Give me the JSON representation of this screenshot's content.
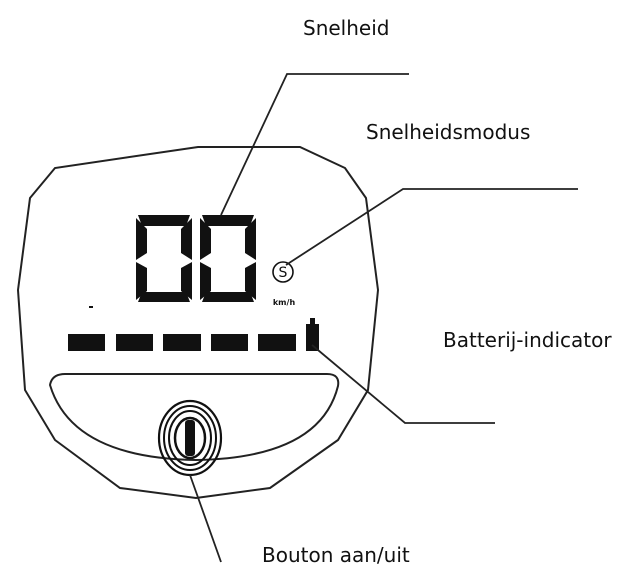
{
  "labels": {
    "speed": "Snelheid",
    "speed_mode": "Snelheidsmodus",
    "battery": "Batterij-indicator",
    "power_button": "Bouton aan/uit"
  },
  "display": {
    "speed_digits": "00",
    "mode_letter": "S",
    "unit": "km/h",
    "battery_segments": 5
  },
  "colors": {
    "ink": "#111111",
    "background": "#ffffff"
  }
}
